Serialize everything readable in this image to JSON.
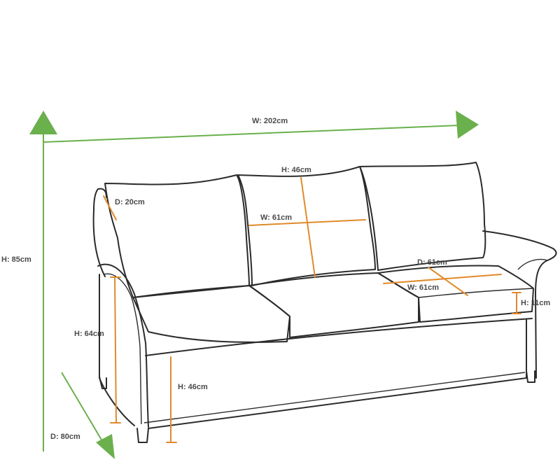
{
  "dimensions": {
    "overall_width": "W: 202cm",
    "overall_height": "H: 85cm",
    "overall_depth": "D: 80cm",
    "back_cushion_depth": "D: 20cm",
    "back_cushion_height": "H: 46cm",
    "back_cushion_width": "W: 61cm",
    "seat_cushion_depth": "D: 61cm",
    "seat_cushion_width": "W: 61cm",
    "seat_cushion_height": "H: 11cm",
    "arm_height": "H: 64cm",
    "seat_height": "H: 46cm"
  },
  "colors": {
    "outline": "#2b2b2b",
    "dimension_lines": "#e08a2a",
    "overall_arrows": "#6ab04c",
    "label_text": "#4a4a4a"
  }
}
